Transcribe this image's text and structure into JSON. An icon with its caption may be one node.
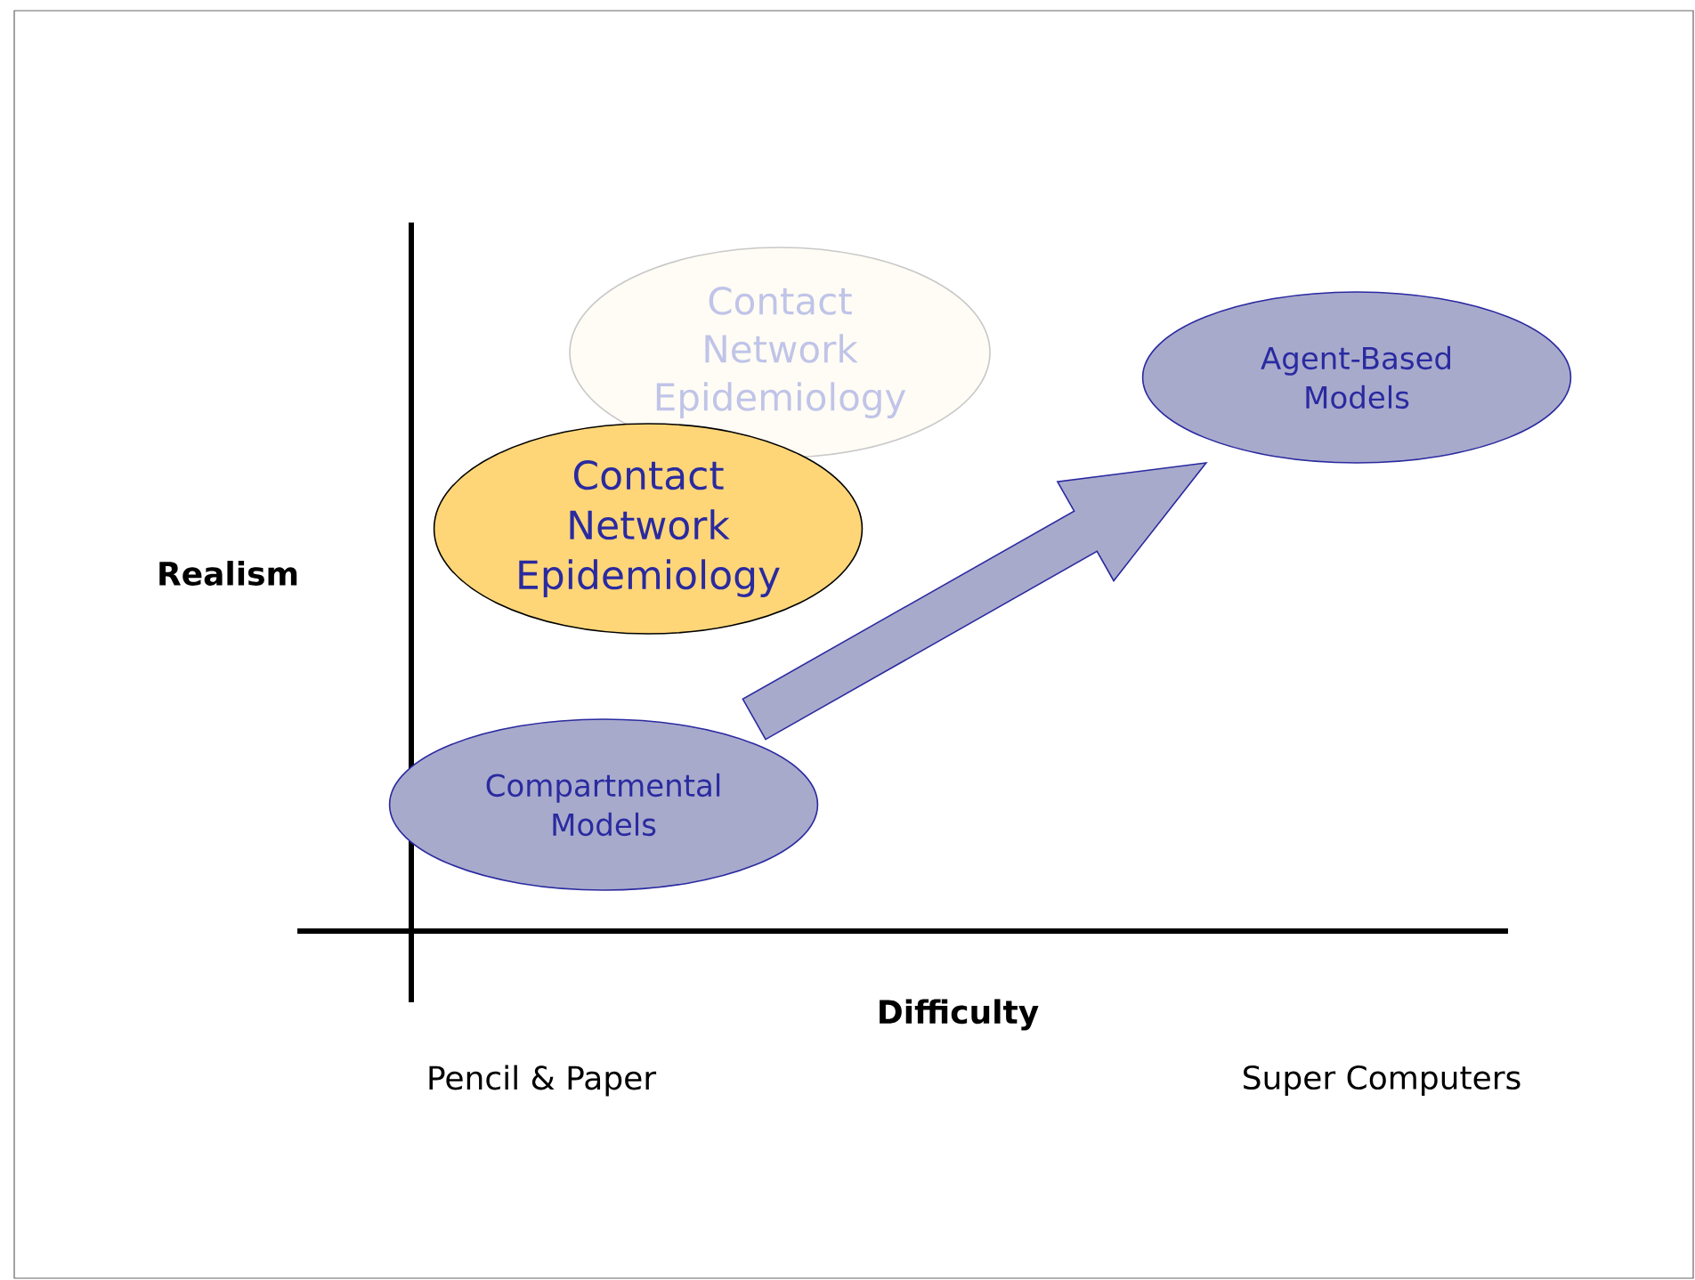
{
  "diagram": {
    "nodes": [
      {
        "text": [
          "Contact Network Epidemiology"
        ]
      },
      {
        "text": [
          "Contact Network Epidemiology"
        ]
      },
      {
        "text": [
          "Compartmental Models"
        ]
      },
      {
        "text": [
          "Agent-Based Models"
        ]
      }
    ],
    "edges": [
      {
        "from": 2,
        "to": 3,
        "arrow": "to",
        "style": "thick"
      }
    ],
    "labels": [
      "Realism",
      "Difficulty",
      "Pencil & Paper",
      "Super Computers"
    ]
  }
}
